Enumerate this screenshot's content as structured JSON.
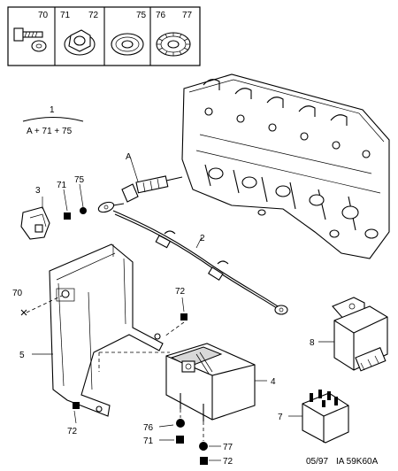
{
  "legend": {
    "items": [
      {
        "ref": "70",
        "icon": "screw-with-washer-icon"
      },
      {
        "ref": "71",
        "ref2": "72",
        "icon": "flange-nut-icon"
      },
      {
        "ref": "75",
        "icon": "serrated-washer-icon"
      },
      {
        "ref": "76",
        "ref2": "77",
        "icon": "toothed-lock-washer-icon"
      }
    ]
  },
  "kit": {
    "number": "1",
    "formula": "A + 71 + 75"
  },
  "callouts": {
    "A": "A",
    "c2": "2",
    "c3": "3",
    "c4": "4",
    "c5": "5",
    "c7": "7",
    "c8": "8",
    "c70": "70",
    "c71_top": "71",
    "c75": "75",
    "c72_bracket": "72",
    "c72_bottom": "72",
    "c76": "76",
    "c71_bottom": "71",
    "c77": "77",
    "c72_last": "72"
  },
  "footer": {
    "date": "05/97",
    "reference": "IA 59K60A"
  },
  "colors": {
    "line": "#000000",
    "background": "#ffffff",
    "shade": "#d8d8d8"
  }
}
